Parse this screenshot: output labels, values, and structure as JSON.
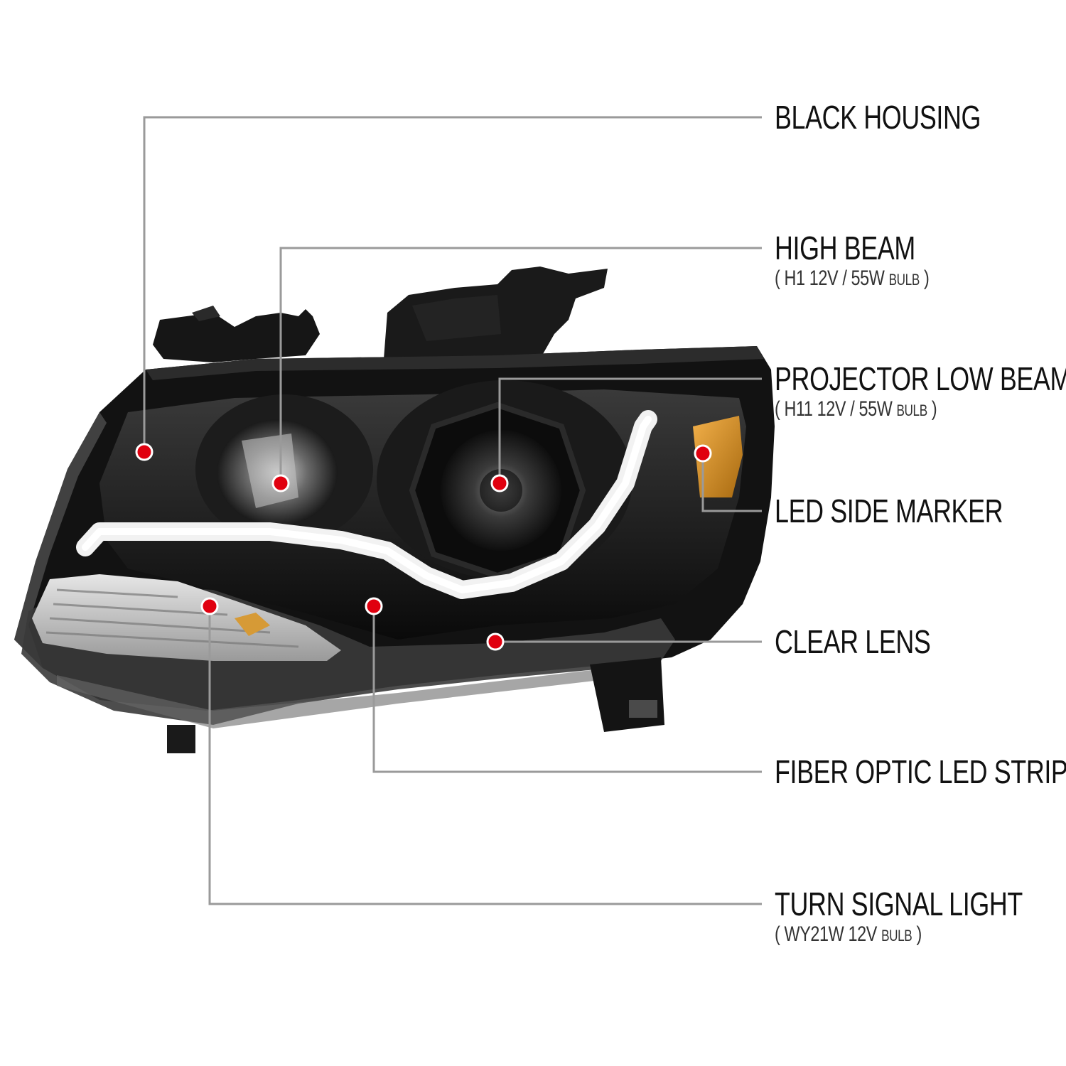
{
  "colors": {
    "callout_line": "#9a9a9a",
    "dot": "#e0000f",
    "housing": "#121212",
    "text": "#111111"
  },
  "product_image": {
    "icon": "headlight-assembly-photo"
  },
  "callouts": [
    {
      "id": "black-housing",
      "title": "BLACK HOUSING",
      "sub": ""
    },
    {
      "id": "high-beam",
      "title": "HIGH BEAM",
      "sub_open": "( H1  12V / 55W ",
      "sub_unit": "BULB",
      "sub_close": " )"
    },
    {
      "id": "projector-low-beam",
      "title": "PROJECTOR LOW BEAM",
      "sub_open": "( H11  12V / 55W ",
      "sub_unit": "BULB",
      "sub_close": " )"
    },
    {
      "id": "led-side-marker",
      "title": "LED SIDE MARKER",
      "sub": ""
    },
    {
      "id": "clear-lens",
      "title": "CLEAR LENS",
      "sub": ""
    },
    {
      "id": "fiber-optic-led-strip",
      "title": "FIBER OPTIC LED STRIP",
      "sub": ""
    },
    {
      "id": "turn-signal-light",
      "title": "TURN SIGNAL LIGHT",
      "sub_open": "( WY21W 12V ",
      "sub_unit": "BULB",
      "sub_close": " )"
    }
  ]
}
